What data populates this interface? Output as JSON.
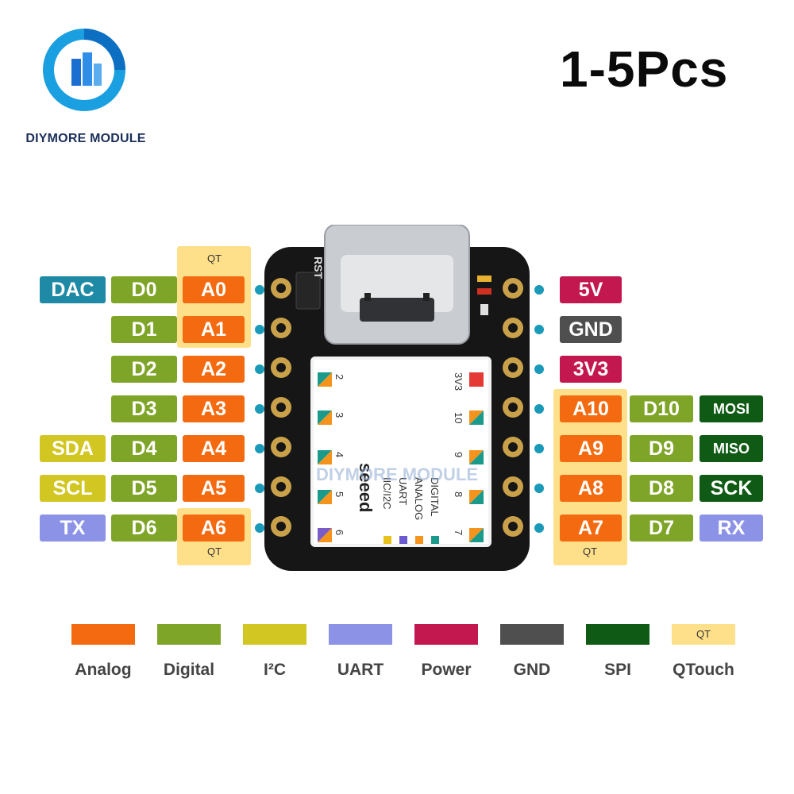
{
  "brand": {
    "name": "DIYMORE MODULE",
    "quantity": "1-5Pcs"
  },
  "watermark": "DIYMORE MODULE",
  "board": {
    "reset_label": "RST",
    "module_labels": {
      "top_left_pin": "2",
      "top_right_pin": "3V3",
      "left_pins": [
        "3",
        "4",
        "5",
        "6"
      ],
      "right_pins": [
        "10",
        "9",
        "8",
        "7"
      ],
      "brand": "seeed",
      "legend": [
        "IIC/I2C",
        "UART",
        "ANALOG",
        "DIGITAL"
      ]
    }
  },
  "qt_labels": {
    "top_left": "QT",
    "bottom_left": "QT",
    "bottom_right": "QT"
  },
  "left_pins": [
    {
      "extra": "DAC",
      "digital": "D0",
      "analog": "A0"
    },
    {
      "extra": "",
      "digital": "D1",
      "analog": "A1"
    },
    {
      "extra": "",
      "digital": "D2",
      "analog": "A2"
    },
    {
      "extra": "",
      "digital": "D3",
      "analog": "A3"
    },
    {
      "extra": "SDA",
      "digital": "D4",
      "analog": "A4"
    },
    {
      "extra": "SCL",
      "digital": "D5",
      "analog": "A5"
    },
    {
      "extra": "TX",
      "digital": "D6",
      "analog": "A6"
    }
  ],
  "right_pins": [
    {
      "power": "5V"
    },
    {
      "power": "GND"
    },
    {
      "power": "3V3"
    },
    {
      "analog": "A10",
      "digital": "D10",
      "func": "MOSI"
    },
    {
      "analog": "A9",
      "digital": "D9",
      "func": "MISO"
    },
    {
      "analog": "A8",
      "digital": "D8",
      "func": "SCK"
    },
    {
      "analog": "A7",
      "digital": "D7",
      "func": "RX"
    }
  ],
  "legend": [
    {
      "label": "Analog",
      "color": "#f46a10"
    },
    {
      "label": "Digital",
      "color": "#7ea428"
    },
    {
      "label": "I²C",
      "color": "#d2c623"
    },
    {
      "label": "UART",
      "color": "#8c93e6"
    },
    {
      "label": "Power",
      "color": "#c2184f"
    },
    {
      "label": "GND",
      "color": "#4f4f4f"
    },
    {
      "label": "SPI",
      "color": "#0f5a14"
    },
    {
      "label": "QTouch",
      "color": "#ffe08a",
      "swatch_text": "QT"
    }
  ],
  "colors": {
    "analog": "#f46a10",
    "digital": "#7ea428",
    "i2c": "#d2c623",
    "uart": "#8c93e6",
    "power": "#c2184f",
    "gnd": "#4f4f4f",
    "spi": "#0f5a14",
    "dac": "#1e8aa6",
    "qtouch": "#ffe08a",
    "pin_dot": "#1a9ab8"
  }
}
